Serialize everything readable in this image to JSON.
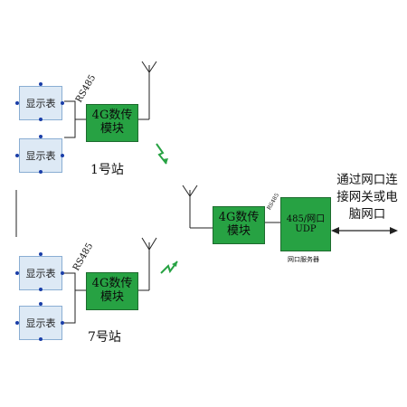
{
  "station1": {
    "displays": [
      "显示表",
      "显示表"
    ],
    "bus_label": "RS485",
    "module": [
      "4G数传",
      "模块"
    ],
    "name": "1号站"
  },
  "station7": {
    "displays": [
      "显示表",
      "显示表"
    ],
    "bus_label": "RS485",
    "module": [
      "4G数传",
      "模块"
    ],
    "name": "7号站"
  },
  "center": {
    "module": [
      "4G数传",
      "模块"
    ],
    "bus_label": "RS485",
    "server": [
      "485/网口",
      "UDP"
    ],
    "server_caption": "网口服务器",
    "note": [
      "通过网口连",
      "接网关或电",
      "脑网口"
    ]
  },
  "colors": {
    "module_fill": "#27a243",
    "display_fill": "#dde9f5",
    "dot": "#1a3ea8",
    "signal": "#27a243",
    "line": "#222222"
  }
}
